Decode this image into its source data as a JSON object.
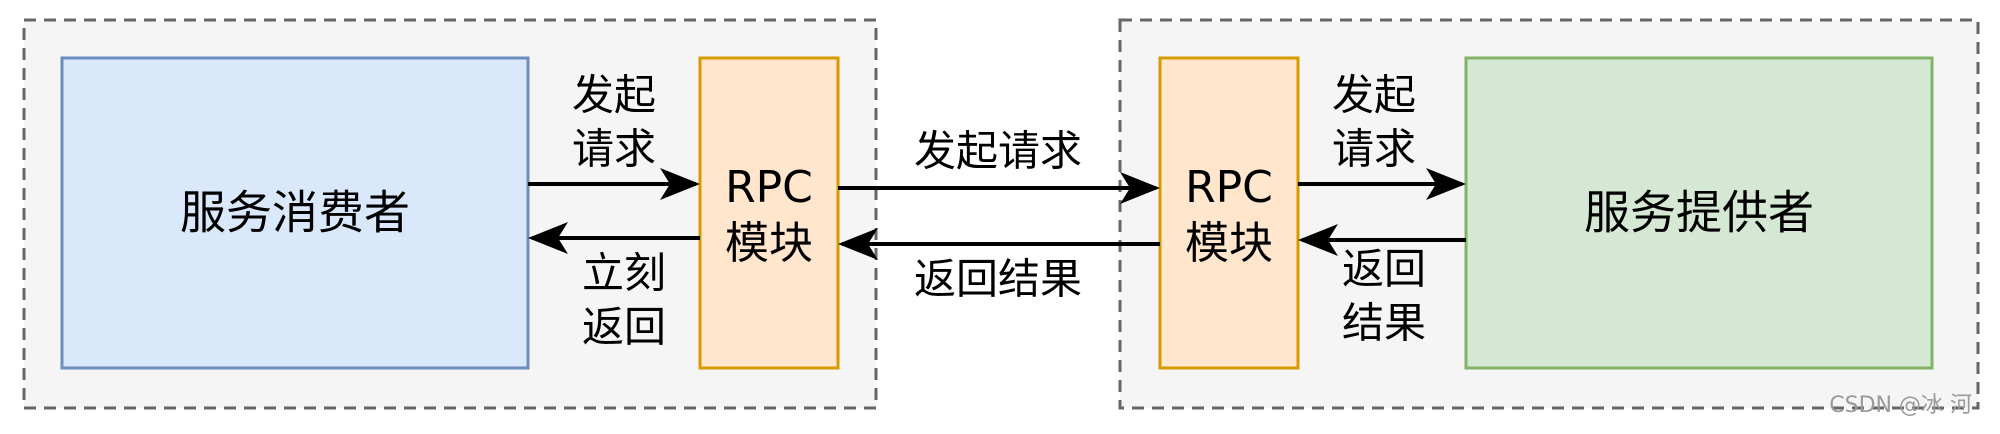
{
  "consumer": {
    "label": "服务消费者"
  },
  "provider": {
    "label": "服务提供者"
  },
  "rpc_left": {
    "line1": "RPC",
    "line2": "模块"
  },
  "rpc_right": {
    "line1": "RPC",
    "line2": "模块"
  },
  "edges": {
    "consumer_to_rpc": {
      "line1": "发起",
      "line2": "请求"
    },
    "rpc_to_consumer": {
      "line1": "立刻",
      "line2": "返回"
    },
    "rpc_to_rpc": {
      "label": "发起请求"
    },
    "rpc_back": {
      "label": "返回结果"
    },
    "rpc_to_provider": {
      "line1": "发起",
      "line2": "请求"
    },
    "provider_to_rpc": {
      "line1": "返回",
      "line2": "结果"
    }
  },
  "watermark": "CSDN @冰 河",
  "colors": {
    "consumer_fill": "#dae8fc",
    "consumer_stroke": "#6c8ebf",
    "provider_fill": "#d5e8d4",
    "provider_stroke": "#82b366",
    "rpc_fill": "#ffe6cc",
    "rpc_stroke": "#d79b00",
    "group_fill": "#f5f5f5",
    "group_stroke": "#666666"
  }
}
